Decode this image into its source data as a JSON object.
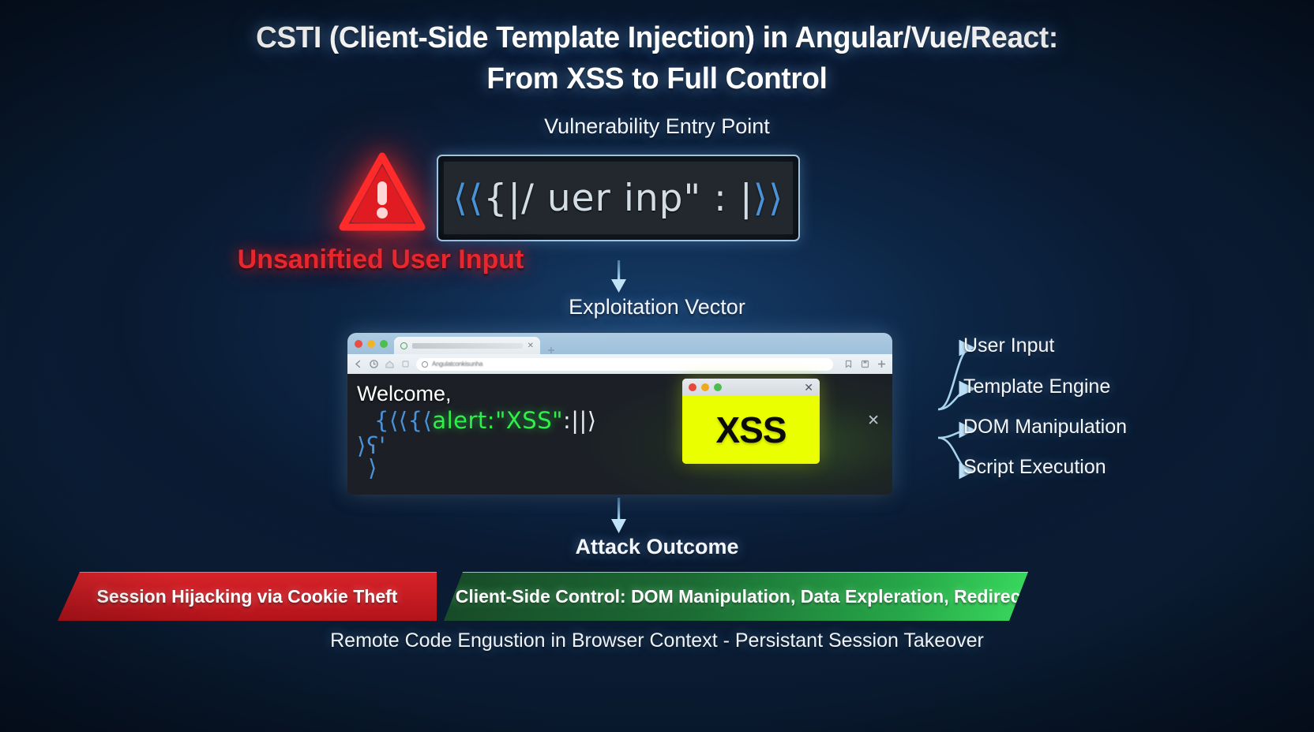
{
  "title": {
    "line1": "CSTI (Client-Side Template Injection) in Angular/Vue/React:",
    "line2": "From XSS to Full Control"
  },
  "sections": {
    "entry_heading": "Vulnerability Entry Point",
    "vector_heading": "Exploitation Vector",
    "outcome_heading": "Attack Outcome"
  },
  "entry": {
    "warning_icon": "warning-triangle-icon",
    "code_prefix": "⟨⟨",
    "code_braces": "{|/",
    "code_mid": " uer  inp\" : |",
    "code_suffix": "⟩⟩",
    "label": "Unsaniftied User Input",
    "label_color": "#e8262e"
  },
  "browser": {
    "traffic_lights": [
      "#ea4d43",
      "#f0b429",
      "#4cc04c"
    ],
    "tab_favicon": "tab-favicon-icon",
    "tab_close_icon": "tab-close-icon",
    "new_tab_icon": "new-tab-plus-icon",
    "back_icon": "back-arrow-icon",
    "reload_icon": "reload-icon",
    "home_icon": "home-icon",
    "bookmark_icon": "bookmark-icon",
    "url_value": "Angulatconkisunha",
    "url_lock_icon": "lock-icon",
    "page": {
      "welcome": "Welcome,",
      "code_open": "{⟨⟨{⟨",
      "code_alert": "alert:\"XSS\"",
      "code_colon": ":",
      "code_close": "||⟩",
      "code_line2": "⟩ʕ'",
      "code_line3": "⟩",
      "close_icon": "page-close-icon"
    }
  },
  "xss_popup": {
    "traffic_lights": [
      "#e8453b",
      "#f0a81e",
      "#4cbd4c"
    ],
    "close_icon": "popup-close-icon",
    "text": "XSS",
    "background": "#eaff00"
  },
  "side_labels": [
    "User Input",
    "Template Engine",
    "DOM Manipulation",
    "Script Execution"
  ],
  "outcome": {
    "banner_red": "Session Hijacking via Cookie Theft",
    "banner_green": "Full Client-Side Control: DOM Manipulation, Data Expleration, Redirection",
    "footer": "Remote Code Engustion in Browser Context - Persistant Session Takeover",
    "red_color": "#c8181f",
    "green_color": "#27a84a"
  },
  "arrows": {
    "down_arrow_icon": "down-arrow-icon",
    "curved_arrow_icon": "curved-arrow-icon"
  }
}
